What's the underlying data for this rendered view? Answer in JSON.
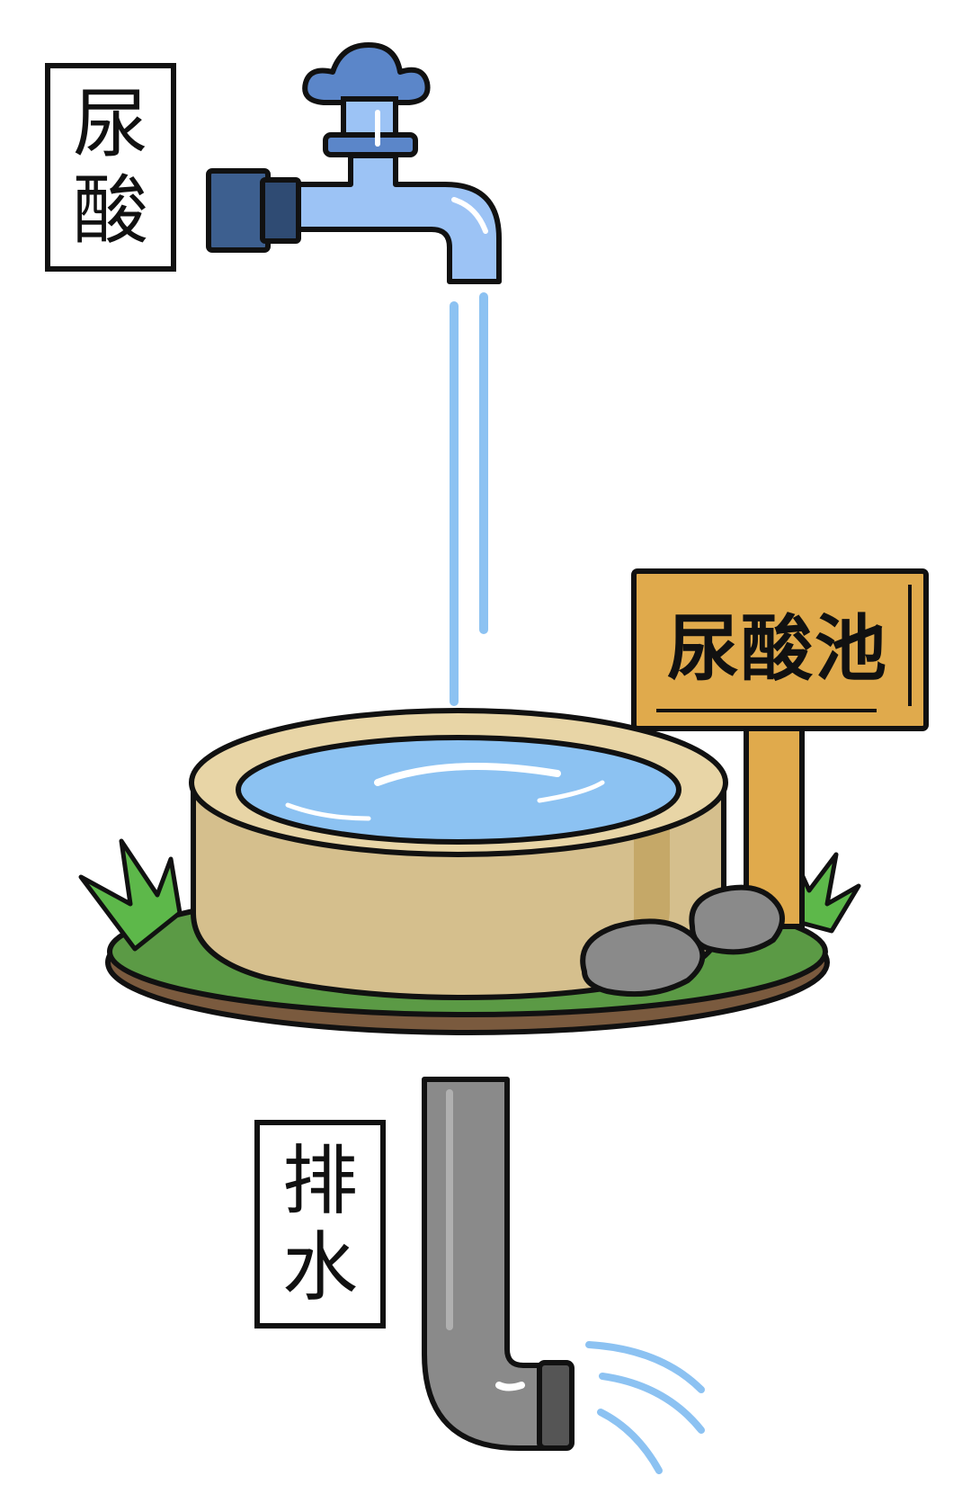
{
  "labels": {
    "uric_acid": [
      "尿",
      "酸"
    ],
    "drain": [
      "排",
      "水"
    ],
    "sign": "尿酸池"
  },
  "icons": {
    "faucet": "faucet-icon",
    "pool": "pool-icon",
    "sign": "signpost-icon",
    "pipe": "drain-pipe-icon",
    "rocks": "rocks-icon",
    "grass": "grass-icon"
  },
  "colors": {
    "faucet_body": "#9cc3f5",
    "faucet_dark": "#3d5f8f",
    "water": "#8cc2f2",
    "pool_rim": "#d5bf8d",
    "grass": "#5b9a45",
    "soil": "#7a5a3e",
    "sign": "#e0aa4c",
    "pipe": "#8a8a8a",
    "rock": "#8a8a8a",
    "outline": "#111111"
  }
}
